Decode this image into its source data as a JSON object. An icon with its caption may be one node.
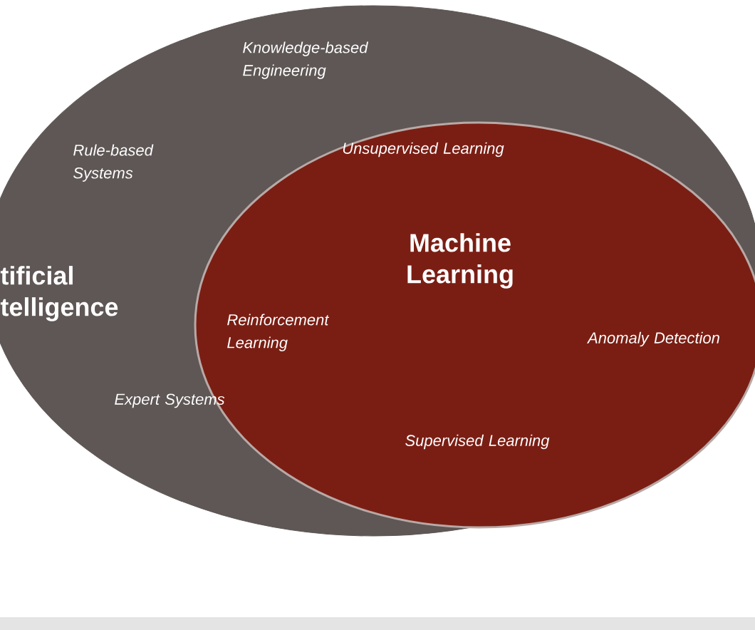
{
  "diagram": {
    "nodes": [
      {
        "text": [
          "Knowledge-based Engineering",
          "Rule-based Systems",
          "tificial telligence",
          "Expert Systems"
        ]
      },
      {
        "text": [
          "Unsupervised Learning",
          "Machine Learning",
          "Reinforcement Learning",
          "Anomaly Detection",
          "Supervised Learning"
        ],
        "in": 0
      }
    ]
  }
}
